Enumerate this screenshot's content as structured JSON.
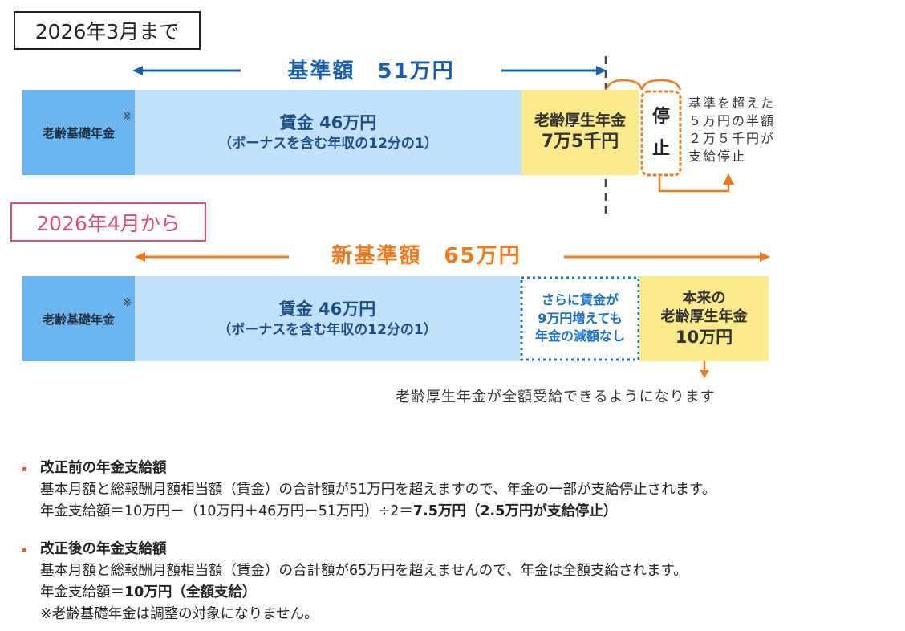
{
  "before": {
    "period_label": "2026年3月まで",
    "threshold_label": "基準額　51万円",
    "basic_pension": "老齢基礎年金",
    "note_mark": "※",
    "wage_main": "賃金 46万円",
    "wage_sub": "（ボーナスを含む年収の12分の1）",
    "kousei_line1": "老齢厚生年金",
    "kousei_line2": "7万5千円",
    "stop_char1": "停",
    "stop_char2": "止",
    "stop_note": [
      "基準を超えた",
      "５万円の半額",
      "２万５千円が",
      "支給停止"
    ]
  },
  "after": {
    "period_label": "2026年4月から",
    "threshold_label": "新基準額　65万円",
    "basic_pension": "老齢基礎年金",
    "note_mark": "※",
    "wage_main": "賃金 46万円",
    "wage_sub": "（ボーナスを含む年収の12分の1）",
    "extra": [
      "さらに賃金が",
      "9万円増えても",
      "年金の減額なし"
    ],
    "kousei": [
      "本来の",
      "老齢厚生年金",
      "10万円"
    ],
    "result_note": "老齢厚生年金が全額受給できるようになります"
  },
  "explanations": [
    {
      "title": "改正前の年金支給額",
      "text": "基本月額と総報酬月額相当額（賃金）の合計額が51万円を超えますので、年金の一部が支給停止されます。",
      "formula_prefix": "年金支給額＝10万円－（10万円＋46万円－51万円）÷2＝",
      "formula_result": "7.5万円（2.5万円が支給停止）"
    },
    {
      "title": "改正後の年金支給額",
      "text": "基本月額と総報酬月額相当額（賃金）の合計額が65万円を超えませんので、年金は全額支給されます。",
      "formula_prefix": "年金支給額＝",
      "formula_result": "10万円（全額支給）"
    }
  ],
  "footnote": "※老齢基礎年金は調整の対象になりません。",
  "colors": {
    "blue_arrow": "#1a5fae",
    "orange": "#f07a1e",
    "pink": "#d94f6e",
    "basic": "#6cb5ef",
    "wage": "#c0e0fb",
    "kousei": "#fbe98c"
  }
}
